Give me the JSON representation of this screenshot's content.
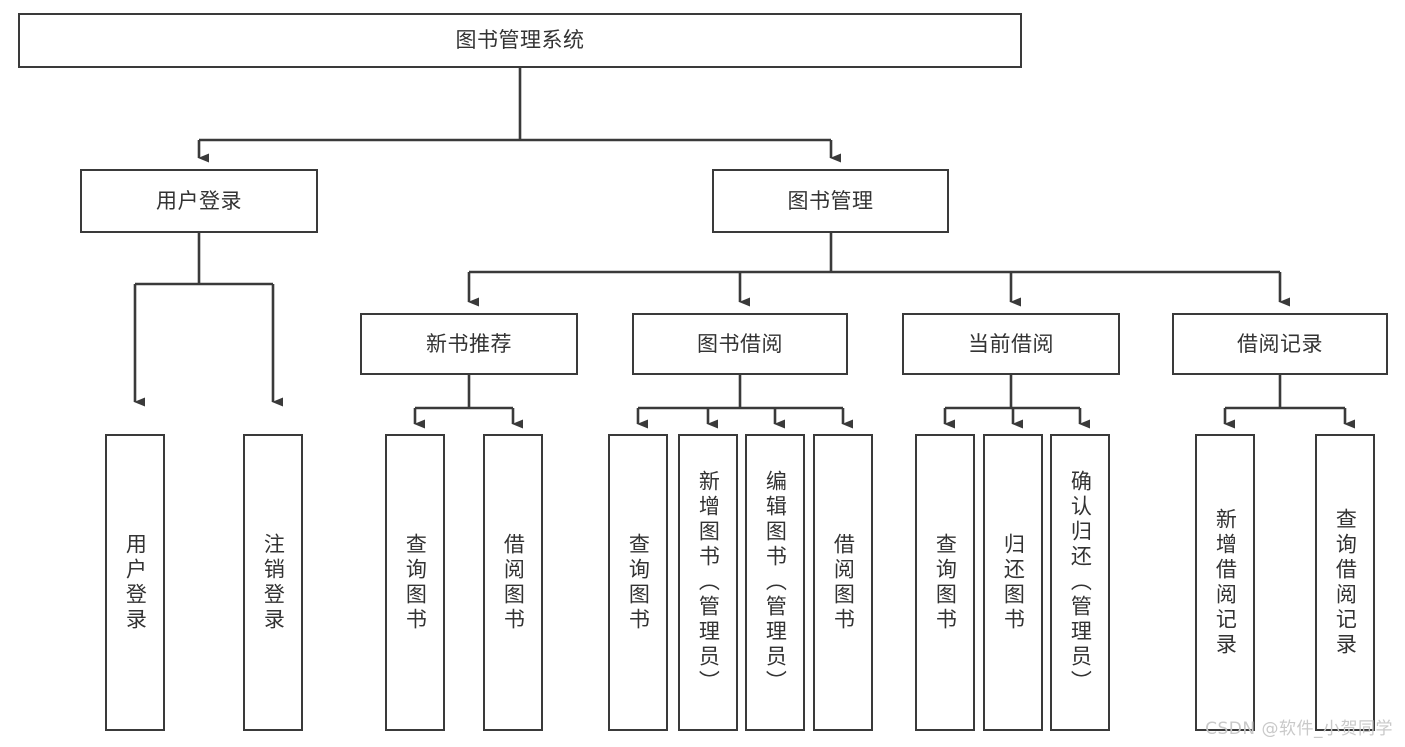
{
  "diagram": {
    "title": "图书管理系统",
    "type": "tree",
    "root": {
      "id": "root",
      "label": "图书管理系统"
    },
    "level2": [
      {
        "id": "user-login",
        "label": "用户登录"
      },
      {
        "id": "book-manage",
        "label": "图书管理"
      }
    ],
    "level3": [
      {
        "id": "new-book-recommend",
        "label": "新书推荐",
        "parent": "book-manage"
      },
      {
        "id": "book-borrow",
        "label": "图书借阅",
        "parent": "book-manage"
      },
      {
        "id": "current-borrow",
        "label": "当前借阅",
        "parent": "book-manage"
      },
      {
        "id": "borrow-record",
        "label": "借阅记录",
        "parent": "book-manage"
      }
    ],
    "leaves": [
      {
        "id": "leaf-user-login",
        "label": "用户登录",
        "parent": "user-login"
      },
      {
        "id": "leaf-logout-login",
        "label": "注销登录",
        "parent": "user-login"
      },
      {
        "id": "leaf-query-book-1",
        "label": "查询图书",
        "parent": "new-book-recommend"
      },
      {
        "id": "leaf-borrow-book-1",
        "label": "借阅图书",
        "parent": "new-book-recommend"
      },
      {
        "id": "leaf-query-book-2",
        "label": "查询图书",
        "parent": "book-borrow"
      },
      {
        "id": "leaf-add-book",
        "label": "新增图书（管理员）",
        "parent": "book-borrow"
      },
      {
        "id": "leaf-edit-book",
        "label": "编辑图书（管理员）",
        "parent": "book-borrow"
      },
      {
        "id": "leaf-borrow-book-2",
        "label": "借阅图书",
        "parent": "book-borrow"
      },
      {
        "id": "leaf-query-book-3",
        "label": "查询图书",
        "parent": "current-borrow"
      },
      {
        "id": "leaf-return-book",
        "label": "归还图书",
        "parent": "current-borrow"
      },
      {
        "id": "leaf-confirm-return",
        "label": "确认归还（管理员）",
        "parent": "current-borrow"
      },
      {
        "id": "leaf-add-record",
        "label": "新增借阅记录",
        "parent": "borrow-record"
      },
      {
        "id": "leaf-query-record",
        "label": "查询借阅记录",
        "parent": "borrow-record"
      }
    ]
  },
  "watermark": {
    "text": "CSDN @软件_小贺同学"
  },
  "colors": {
    "stroke": "#3a3a3a",
    "text": "#333333",
    "background": "#ffffff",
    "watermark": "#c9c9c9"
  }
}
